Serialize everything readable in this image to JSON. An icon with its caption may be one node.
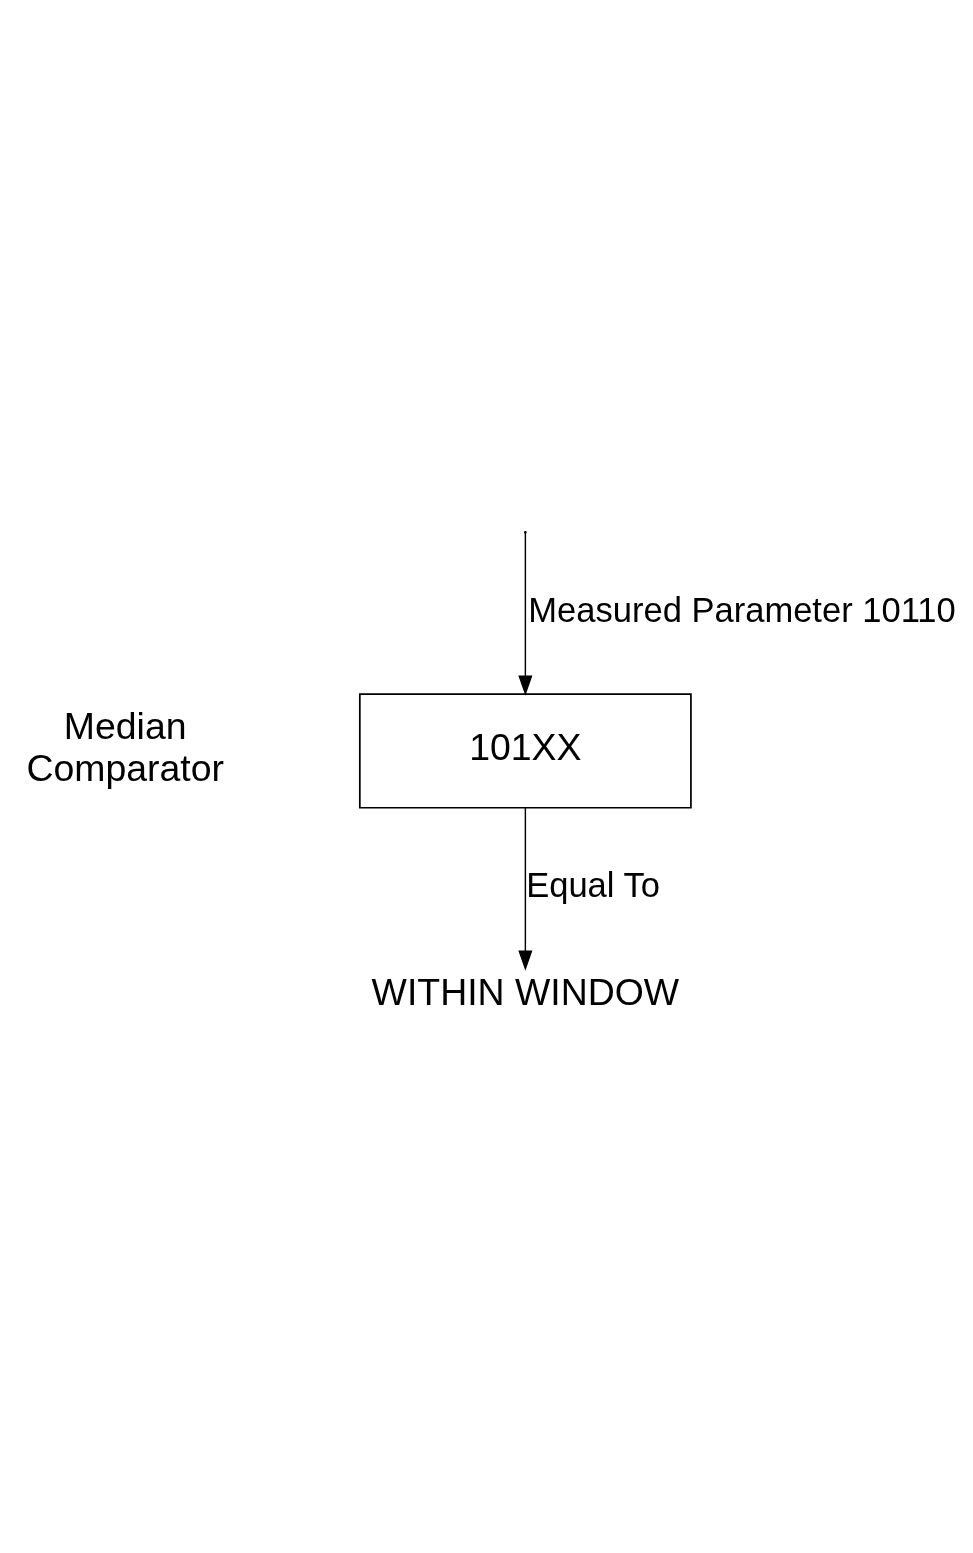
{
  "diagram": {
    "nodes": [
      {
        "text": [
          "101XX"
        ],
        "beside": [
          "Median Comparator"
        ]
      },
      {
        "text": [
          "WITHIN WINDOW"
        ]
      }
    ],
    "edges": [
      {
        "from": null,
        "to": 0,
        "arrow": "to",
        "label": "Measured Parameter 10110"
      },
      {
        "from": 0,
        "to": 1,
        "arrow": "to",
        "label": "Equal To"
      }
    ]
  }
}
